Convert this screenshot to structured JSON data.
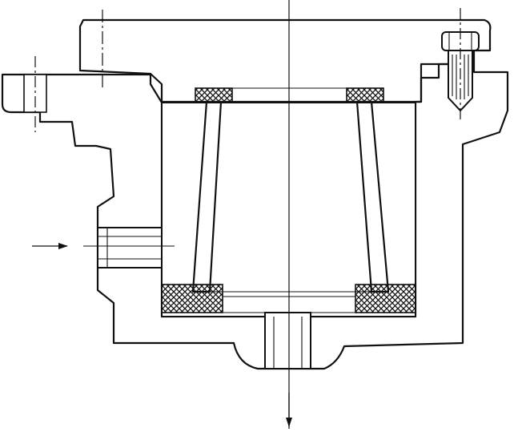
{
  "drawing": {
    "type": "mechanical cross-section",
    "colors": {
      "line": "#111111",
      "background": "#ffffff"
    },
    "flow_arrows": [
      "inlet-left",
      "outlet-bottom"
    ]
  }
}
